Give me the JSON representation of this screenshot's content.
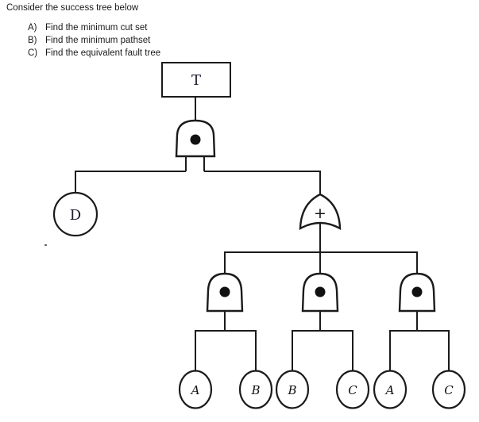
{
  "title": "Consider the success tree below",
  "tasks": [
    {
      "label": "A)",
      "text": "Find the minimum cut set"
    },
    {
      "label": "B)",
      "text": "Find the minimum pathset"
    },
    {
      "label": "C)",
      "text": "Find the equivalent fault tree"
    }
  ],
  "tree": {
    "top_event_label": "T",
    "top_gate_type": "AND",
    "left_basic_event": "D",
    "or_gate_symbol": "+",
    "or_gate_type": "OR",
    "sub_gate_types": [
      "AND",
      "AND",
      "AND"
    ],
    "basic_events": [
      "A",
      "B",
      "B",
      "C",
      "A",
      "C"
    ]
  },
  "colors": {
    "line": "#1b1b1b",
    "background": "#ffffff",
    "gate_dot": "#111111"
  }
}
